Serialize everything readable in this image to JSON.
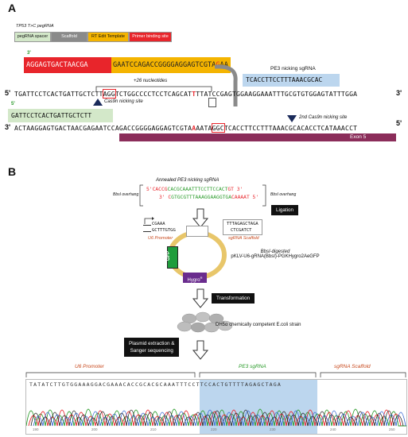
{
  "panels": {
    "a": "A",
    "b": "B"
  },
  "panel_a": {
    "title": "TP53 T>C pegRNA",
    "legend": [
      {
        "label": "pegRNA spacer",
        "color": "#d3e8c9"
      },
      {
        "label": "Scaffold",
        "color": "#8a8a8a"
      },
      {
        "label": "RT Edit Template",
        "color": "#f4b400"
      },
      {
        "label": "Primer binding site",
        "color": "#e8252b"
      }
    ],
    "peg_end": "3'",
    "peg_red_seq": "AGGAGTGACTAACGA",
    "peg_orange_seq_a": "GAATCCAGACCGGGGAGGAGTCGTA",
    "peg_orange_highlight": "G",
    "peg_orange_seq_b": "AA",
    "pe3_label": "PE3 nicking sgRNA",
    "pe3_seq": "TCACCTTCCTTTAAACGCAC",
    "top_strand_5": "5'",
    "top_strand_3": "3'",
    "top_strand_a": "TGATTCCTCACTGATTGCTCTT",
    "top_strand_box": "AGG",
    "top_strand_b": "TCTGGCCCCTCCTCAGCAT",
    "top_strand_red": "T",
    "top_strand_c": "TTATCCGAGTGGAAGGAAATTTGCGTGTGGAGTATTTGGA",
    "nucleotides_label": "+26 nucleotides",
    "cas9n_nick_label": "Cas9n nicking site",
    "spacer_end": "5'",
    "spacer_seq": "GATTCCTCACTGATTGCTCTT",
    "bottom_strand_3": "3'",
    "bottom_strand_5": "5'",
    "bottom_strand_a": "ACTAAGGAGTGACTAACGAGAATCCAGACCGGGGAGGAGTCGTA",
    "bottom_strand_red": "A",
    "bottom_strand_b": "AATA",
    "bottom_strand_box": "GGC",
    "bottom_strand_c": "TCACCTTCCTTTAAACGCACACCTCATAAACCT",
    "second_nick_label": "2nd Cas9n nicking site",
    "exon_label": "Exon 5"
  },
  "panel_b": {
    "annealed_label": "Annealed PE3 nicking sgRNA",
    "bbsi_left": "BbsI overhang",
    "bbsi_right": "BbsI overhang",
    "oligo_top_prefix": "5'CACCG",
    "oligo_top_seq": "CACGCAAATTTCCTTCCACT",
    "oligo_top_suffix": "GT 3'",
    "oligo_bot_prefix": "3' C",
    "oligo_bot_seq": "GTGCGTTTAAAGGAAGGTGA",
    "oligo_bot_suffix": "CAAAAT 5'",
    "ligation": "Ligation",
    "u6_seq_top": "CGAAA",
    "u6_seq_bot": "GCTTTGTGG",
    "u6_label": "U6 Promoter",
    "scaffold_seq_top": "TTTAGAGCTAGA",
    "scaffold_seq_bot": "CTCGATCT",
    "scaffold_label": "sgRNA Scaffold",
    "gfp": "GFP",
    "hygro": "Hygro",
    "hygro_sup": "R",
    "plasmid_line1": "BbsI-digested",
    "plasmid_line2": "pKLV-U6-gRNA(BbsI)-PGKHygro2AeGFP",
    "transformation": "Transformation",
    "strain": "DH5α chemically competent E.coli strain",
    "extraction_line1": "Plasmid extraction &",
    "extraction_line2": "Sanger sequencing",
    "trace_u6": "U6 Promoter",
    "trace_pe3": "PE3 sgRNA",
    "trace_scaffold": "sgRNA Scaffold",
    "trace_seq": "TATATCTTGTGGAAAGGACGAAACACCGCACGCAAATTTCCTTCCACTGTTTTAGAGCTAGA",
    "trace_ticks": [
      "190",
      "200",
      "210",
      "220",
      "230",
      "240",
      "250"
    ]
  }
}
